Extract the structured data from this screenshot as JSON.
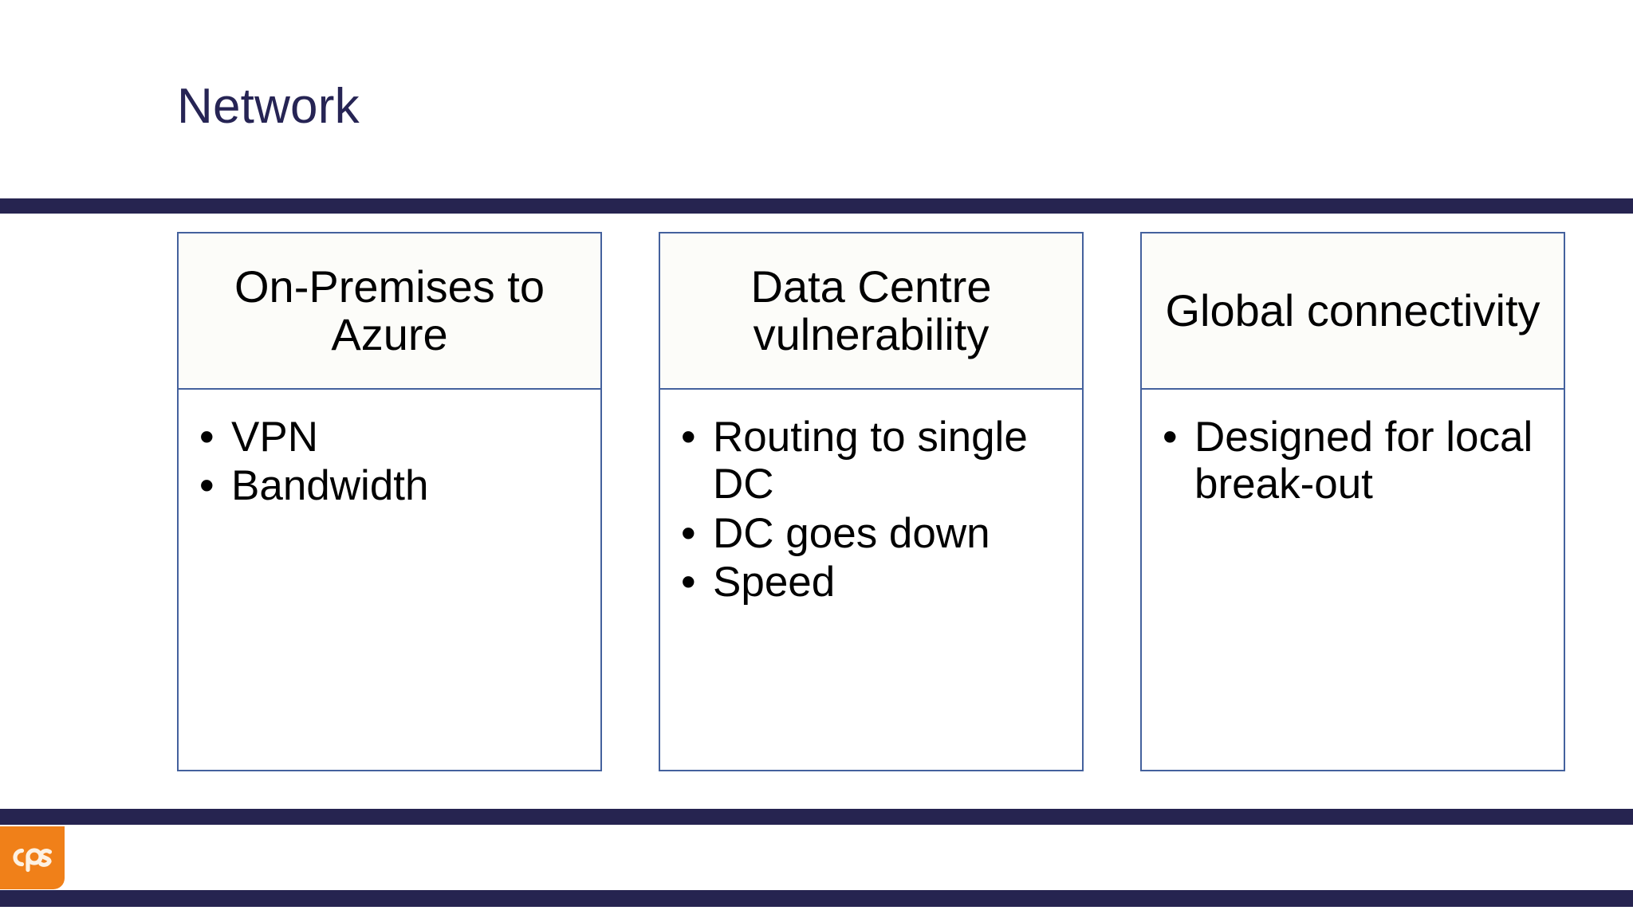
{
  "slide": {
    "title": "Network",
    "background_color": "#ffffff",
    "title_color": "#262454",
    "rule_color": "#262450",
    "table_border_color": "#44619d",
    "logo_color": "#f08019"
  },
  "tables": [
    {
      "header": "On-Premises to Azure",
      "bullet_glyph": "•",
      "items": [
        "VPN",
        "Bandwidth"
      ]
    },
    {
      "header": "Data Centre vulnerability",
      "bullet_glyph": "•",
      "items": [
        "Routing to single DC",
        "DC goes down",
        "Speed"
      ]
    },
    {
      "header": "Global connectivity",
      "bullet_glyph": "•",
      "items": [
        "Designed for local break-out"
      ]
    }
  ],
  "footer": {
    "logo_text": "cps",
    "logo_name": "cps-logo"
  }
}
